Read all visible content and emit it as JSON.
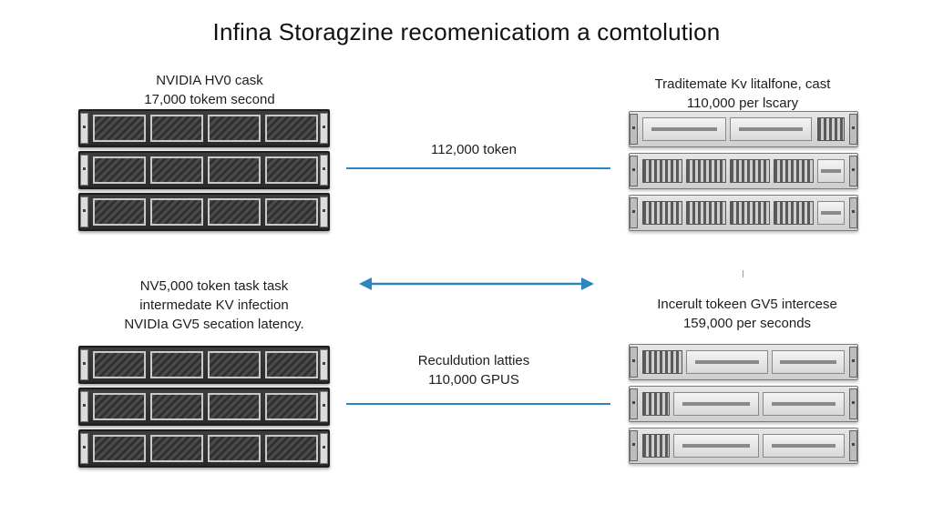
{
  "title": "Infina Storagzine recomenicatiom a comtolution",
  "top_left": {
    "line1": "NVIDIA HV0 cask",
    "line2": "17,000 tokem second"
  },
  "top_middle": {
    "line1": "112,000 token"
  },
  "top_right": {
    "line1": "Traditemate Kv litalfone, cast",
    "line2": "110,000 per lscary"
  },
  "mid_left": {
    "line1": "NV5,000 token task task",
    "line2": "intermedate KV infection",
    "line3": "NVIDIa GV5 secation latency."
  },
  "mid_right": {
    "line1": "Incerult tokeen GV5 intercese",
    "line2": "159,000 per seconds"
  },
  "bottom_middle": {
    "line1": "Reculdution latties",
    "line2": "110,000 GPUS"
  },
  "colors": {
    "connector": "#2e86c1",
    "dark_rack": "#2f2f2f",
    "light_rack": "#d6d6d6"
  }
}
